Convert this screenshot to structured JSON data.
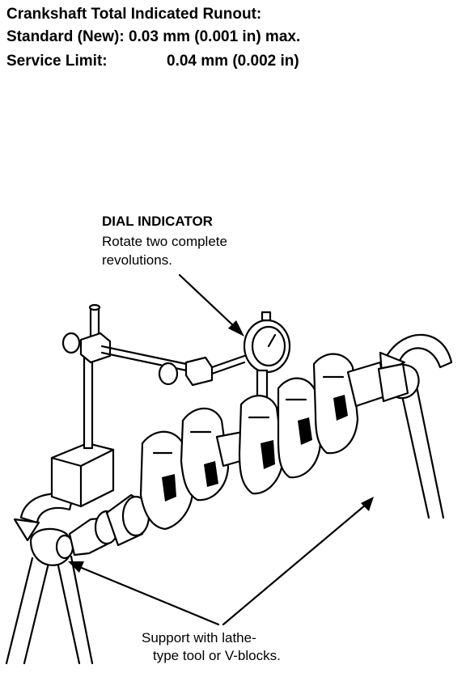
{
  "specs": {
    "title": "Crankshaft Total Indicated Runout:",
    "standard": "Standard (New): 0.03 mm (0.001 in) max.",
    "service_label": "Service Limit:",
    "service_value": "0.04 mm (0.002 in)"
  },
  "callouts": {
    "dial_title": "DIAL INDICATOR",
    "dial_line1": "Rotate two complete",
    "dial_line2": "revolutions.",
    "support_line1": "Support with lathe-",
    "support_line2": "type tool or V-blocks."
  },
  "icons": [
    "dial-indicator-icon",
    "magnetic-base-icon",
    "crankshaft-icon",
    "rotation-arrow-icon",
    "lathe-support-icon"
  ]
}
